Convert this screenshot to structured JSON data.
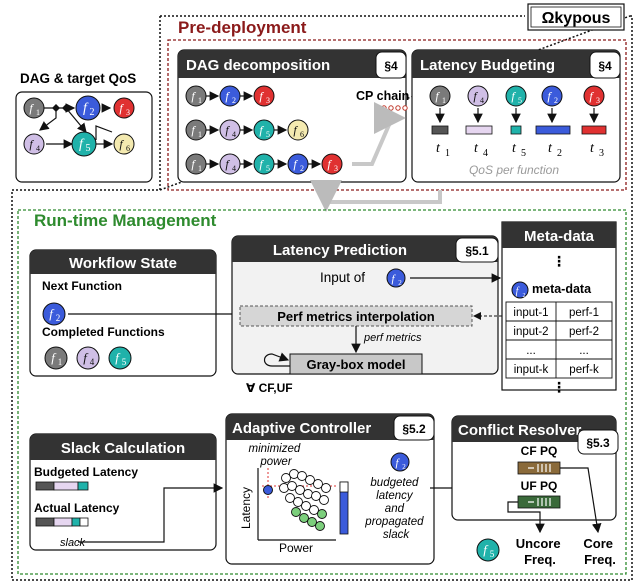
{
  "system": {
    "title": "Ωkypous"
  },
  "pre_deployment": {
    "title": "Pre-deployment",
    "dag": {
      "title": "DAG & target QoS",
      "nodes": [
        {
          "label": "f",
          "sub": "1",
          "color": "#7a7a7a"
        },
        {
          "label": "f",
          "sub": "2",
          "color": "#3b5bdb"
        },
        {
          "label": "f",
          "sub": "3",
          "color": "#e03131"
        },
        {
          "label": "f",
          "sub": "4",
          "color": "#d0bfe6"
        },
        {
          "label": "f",
          "sub": "5",
          "color": "#20b2aa"
        },
        {
          "label": "f",
          "sub": "6",
          "color": "#f4eab0"
        }
      ]
    },
    "decomposition": {
      "title": "DAG decomposition",
      "section": "§4",
      "cp_chain_label": "CP chain"
    },
    "budgeting": {
      "title": "Latency Budgeting",
      "section": "§4",
      "budgets": [
        {
          "fn": "1",
          "t": "t",
          "sub": "1",
          "color": "#555555"
        },
        {
          "fn": "4",
          "t": "t",
          "sub": "4",
          "color": "#e6d6f0"
        },
        {
          "fn": "5",
          "t": "t",
          "sub": "5",
          "color": "#20b2aa"
        },
        {
          "fn": "2",
          "t": "t",
          "sub": "2",
          "color": "#3b5bdb"
        },
        {
          "fn": "3",
          "t": "t",
          "sub": "3",
          "color": "#e03131"
        }
      ],
      "caption": "QoS per function"
    }
  },
  "runtime": {
    "title": "Run-time Management",
    "workflow_state": {
      "title": "Workflow State",
      "next_function_label": "Next Function",
      "completed_label": "Completed Functions"
    },
    "latency_prediction": {
      "title": "Latency Prediction",
      "section": "§5.1",
      "input_label": "Input of",
      "interp_label": "Perf metrics interpolation",
      "perf_metrics_label": "perf metrics",
      "model_label": "Gray-box model",
      "forall_label": "∀ CF,UF"
    },
    "metadata": {
      "title": "Meta-data",
      "fn_meta_label": "meta-data",
      "rows": [
        [
          "input-1",
          "perf-1"
        ],
        [
          "input-2",
          "perf-2"
        ],
        [
          "...",
          "..."
        ],
        [
          "input-k",
          "perf-k"
        ]
      ]
    },
    "slack": {
      "title": "Slack Calculation",
      "budgeted_label": "Budgeted Latency",
      "actual_label": "Actual Latency",
      "slack_label": "slack"
    },
    "adaptive": {
      "title": "Adaptive Controller",
      "section": "§5.2",
      "minimized_power_label": "minimized power",
      "y_axis_label": "Latency",
      "x_axis_label": "Power",
      "budget_note": "budgeted latency and propagated slack"
    },
    "conflict": {
      "title": "Conflict Resolver",
      "section": "§5.3",
      "cf_pq_label": "CF PQ",
      "uf_pq_label": "UF PQ",
      "uncore_label": "Uncore Freq.",
      "core_label": "Core Freq."
    }
  }
}
